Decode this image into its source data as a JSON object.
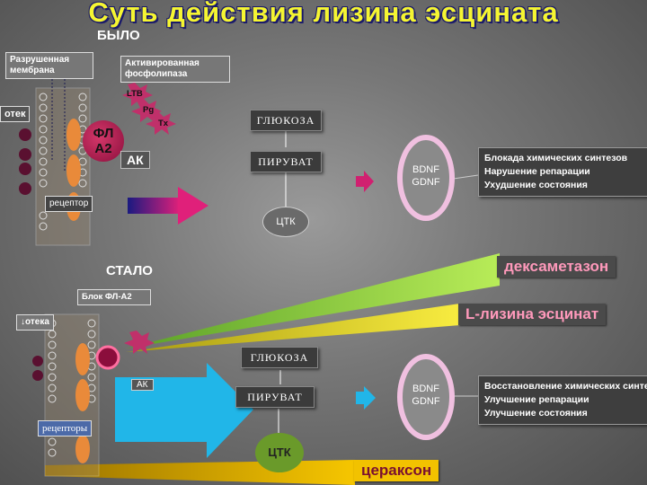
{
  "title": "Суть действия лизина эсцината",
  "before": {
    "label": "БЫЛО",
    "damaged_membrane": "Разрушенная мембрана",
    "activated_phospholipase": "Активированная фосфолипаза",
    "edema_label": "отек",
    "fl_a2": "ФЛ А2",
    "ak": "АК",
    "receptor": "рецептор",
    "ltb": "LTB",
    "pg": "Pg",
    "tx": "Tx",
    "glucose": "ГЛЮКОЗА",
    "pyruvate": "ПИРУВАТ",
    "ctk": "ЦТК",
    "bdnf": "BDNF",
    "gdnf": "GDNF",
    "effects": [
      "Блокада химических синтезов",
      "Нарушение репарации",
      "Ухудшение состояния"
    ]
  },
  "after": {
    "label": "СТАЛО",
    "fl_block": "Блок ФЛ-А2",
    "edema_reduced": "↓отека",
    "ak": "АК",
    "receptors": "рецепторы",
    "glucose": "ГЛЮКОЗА",
    "pyruvate": "ПИРУВАТ",
    "ctk": "ЦТК",
    "bdnf": "BDNF",
    "gdnf": "GDNF",
    "effects": [
      "Восстановление химических синтезов",
      "Улучшение репарации",
      "Улучшение состояния"
    ]
  },
  "drugs": {
    "dexamethasone": "дексаметазон",
    "l_lysine": "L-лизина эсцинат",
    "ceraxon": "цераксон"
  },
  "colors": {
    "title": "#f5f532",
    "dexamethasone_beam": "#a8e04a",
    "lysine_beam": "#f0e040",
    "ceraxon_beam": "#f2c200",
    "arrow_cyan": "#21b6e8",
    "ring_pink": "#f0c0e0"
  }
}
